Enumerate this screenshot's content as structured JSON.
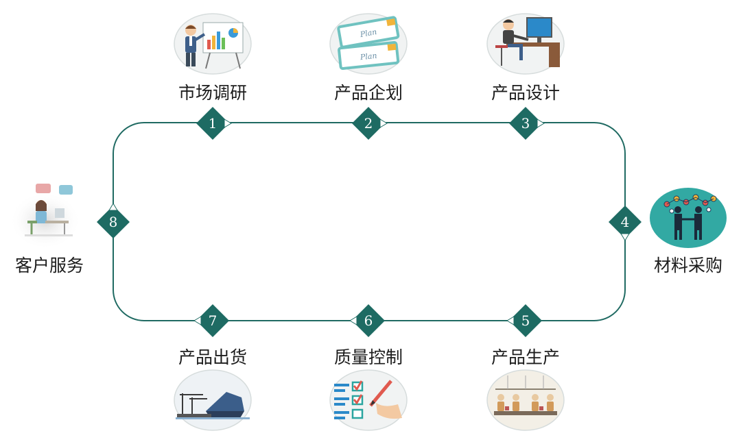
{
  "colors": {
    "accent": "#1e6b63",
    "line": "#1f6a62"
  },
  "steps": [
    {
      "num": "1",
      "label": "市场调研",
      "icon": "presentation-icon"
    },
    {
      "num": "2",
      "label": "产品企划",
      "icon": "plan-cards-icon"
    },
    {
      "num": "3",
      "label": "产品设计",
      "icon": "designer-desk-icon"
    },
    {
      "num": "4",
      "label": "材料采购",
      "icon": "handshake-icon"
    },
    {
      "num": "5",
      "label": "产品生产",
      "icon": "factory-workers-icon"
    },
    {
      "num": "6",
      "label": "质量控制",
      "icon": "checklist-icon"
    },
    {
      "num": "7",
      "label": "产品出货",
      "icon": "cargo-ship-icon"
    },
    {
      "num": "8",
      "label": "客户服务",
      "icon": "customer-service-icon"
    }
  ]
}
